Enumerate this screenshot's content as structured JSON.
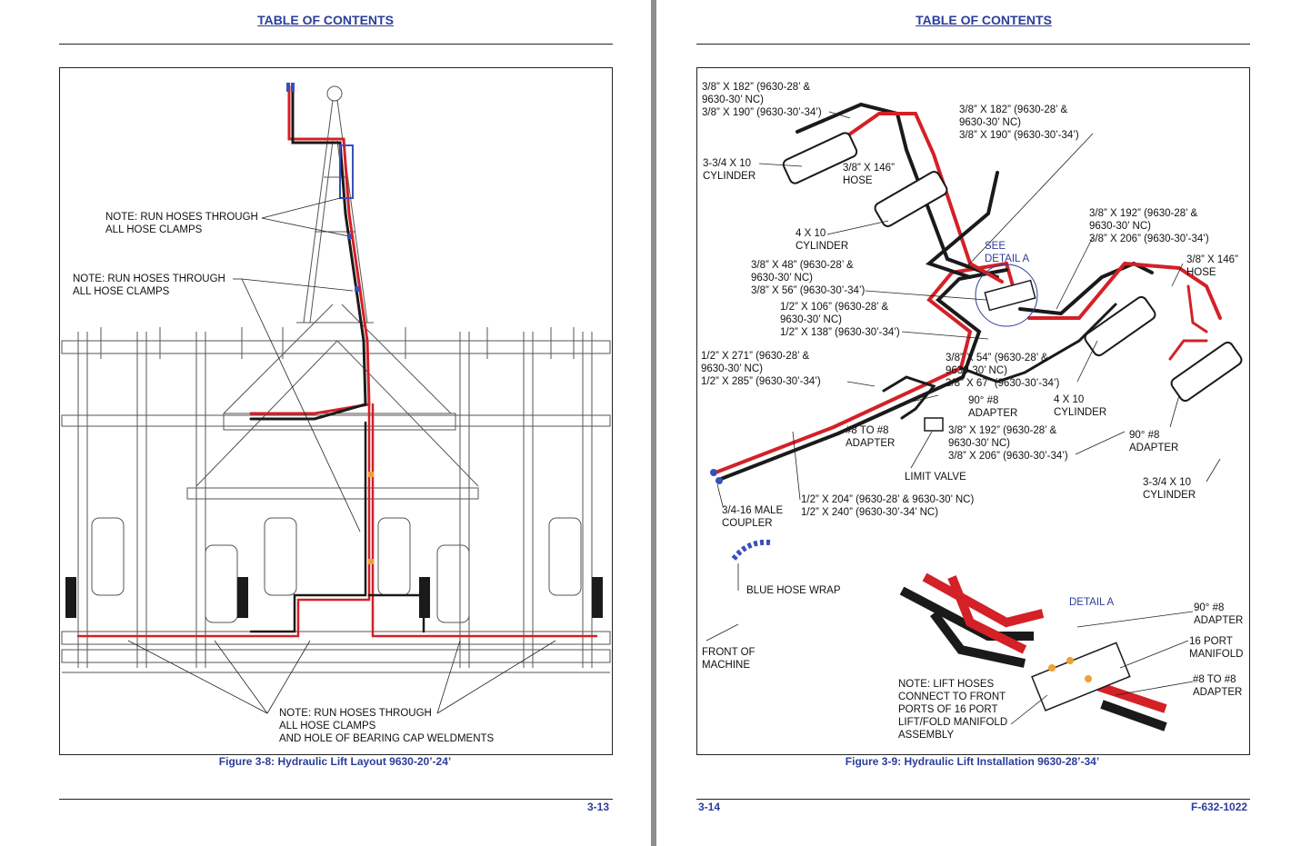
{
  "pages": [
    {
      "header": "TABLE OF CONTENTS",
      "figure_caption": "Figure 3-8: Hydraulic Lift Layout 9630-20’-24’",
      "page_number": "3-13",
      "callouts": {
        "note_top": [
          "NOTE: RUN HOSES THROUGH",
          "ALL HOSE CLAMPS"
        ],
        "note_mid": [
          "NOTE: RUN HOSES THROUGH",
          "ALL HOSE CLAMPS"
        ],
        "note_bottom": [
          "NOTE: RUN HOSES THROUGH",
          "ALL HOSE CLAMPS",
          "AND HOLE OF BEARING CAP WELDMENTS"
        ]
      }
    },
    {
      "header": "TABLE OF CONTENTS",
      "figure_caption": "Figure 3-9: Hydraulic Lift Installation 9630-28’-34’",
      "page_number": "3-14",
      "doc_number": "F-632-1022",
      "callouts": {
        "hose_182_left": [
          "3/8” X 182” (9630-28’ &",
          "9630-30’ NC)",
          "3/8” X 190” (9630-30’-34’)"
        ],
        "hose_182_right": [
          "3/8” X 182” (9630-28’ &",
          "9630-30’ NC)",
          "3/8” X 190” (9630-30’-34’)"
        ],
        "cyl_334_top": [
          "3-3/4 X 10",
          "CYLINDER"
        ],
        "hose_146_left": [
          "3/8” X 146”",
          "HOSE"
        ],
        "cyl_4x10_left": [
          "4 X 10",
          "CYLINDER"
        ],
        "hose_192_top": [
          "3/8” X 192” (9630-28’ &",
          "9630-30’ NC)",
          "3/8” X 206” (9630-30’-34’)"
        ],
        "see_detail": [
          "SEE",
          "DETAIL A"
        ],
        "hose_146_right": [
          "3/8” X 146”",
          "HOSE"
        ],
        "hose_48": [
          "3/8” X 48” (9630-28’ &",
          "9630-30’ NC)",
          "3/8” X 56” (9630-30’-34’)"
        ],
        "hose_106": [
          "1/2” X 106” (9630-28’ &",
          "9630-30’ NC)",
          "1/2” X 138” (9630-30’-34’)"
        ],
        "hose_271": [
          "1/2” X 271” (9630-28’ &",
          "9630-30’ NC)",
          "1/2” X 285” (9630-30’-34’)"
        ],
        "hose_54": [
          "3/8” X 54” (9630-28’ &",
          "9630-30’ NC)",
          "3/8” X 67” (9630-30’-34’)"
        ],
        "cyl_4x10_right": [
          "4 X 10",
          "CYLINDER"
        ],
        "adapter_90_mid": [
          "90° #8",
          "ADAPTER"
        ],
        "adapter_8_mid": [
          "#8 TO #8",
          "ADAPTER"
        ],
        "hose_192_bottom": [
          "3/8” X 192” (9630-28’ &",
          "9630-30’ NC)",
          "3/8” X 206” (9630-30’-34’)"
        ],
        "adapter_90_right": [
          "90° #8",
          "ADAPTER"
        ],
        "limit_valve": [
          "LIMIT VALVE"
        ],
        "cyl_334_bottom": [
          "3-3/4 X 10",
          "CYLINDER"
        ],
        "coupler": [
          "3/4-16 MALE",
          "COUPLER"
        ],
        "hose_204": [
          "1/2” X 204” (9630-28’ & 9630-30’ NC)",
          "1/2” X 240” (9630-30’-34’ NC)"
        ],
        "blue_wrap": [
          "BLUE HOSE WRAP"
        ],
        "detail_a": [
          "DETAIL A"
        ],
        "detail_90": [
          "90° #8",
          "ADAPTER"
        ],
        "manifold": [
          "16 PORT",
          "MANIFOLD"
        ],
        "detail_8": [
          "#8 TO #8",
          "ADAPTER"
        ],
        "front": [
          "FRONT OF",
          "MACHINE"
        ],
        "note_lift": [
          "NOTE: LIFT HOSES",
          "CONNECT TO FRONT",
          "PORTS OF 16 PORT",
          "LIFT/FOLD MANIFOLD",
          "ASSEMBLY"
        ]
      }
    }
  ],
  "colors": {
    "heading_blue": "#2b3d9b",
    "hose_red": "#d42027",
    "hose_black": "#1a1a1a",
    "fitting_orange": "#f0a030",
    "clamp_blue": "#3a4fb8"
  }
}
